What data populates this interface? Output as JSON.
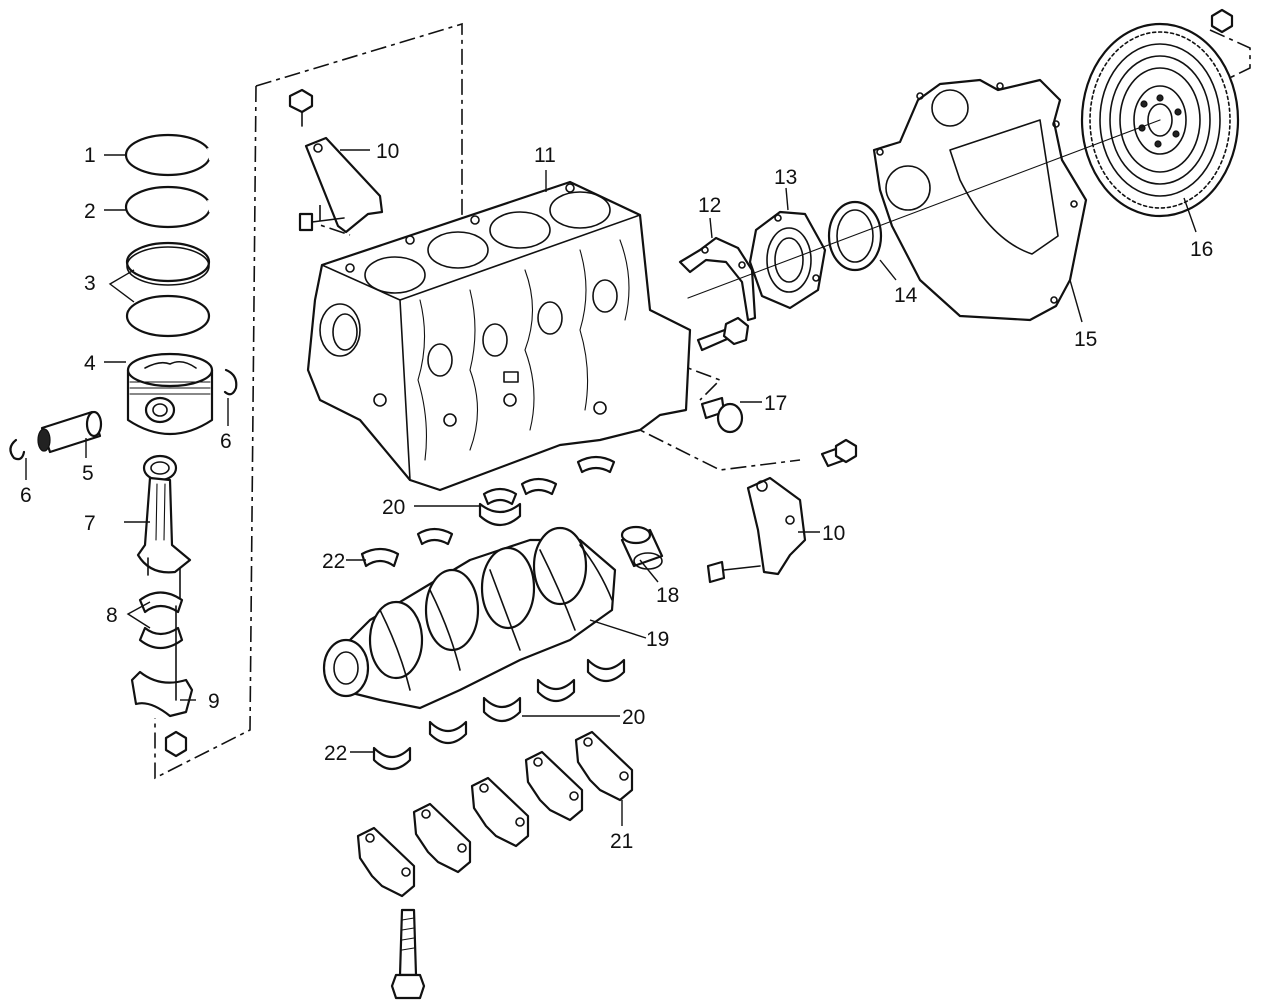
{
  "callouts": {
    "c1": "1",
    "c2": "2",
    "c3": "3",
    "c4": "4",
    "c5": "5",
    "c6a": "6",
    "c6b": "6",
    "c7": "7",
    "c8": "8",
    "c9": "9",
    "c10a": "10",
    "c10b": "10",
    "c11": "11",
    "c12": "12",
    "c13": "13",
    "c14": "14",
    "c15": "15",
    "c16": "16",
    "c17": "17",
    "c18": "18",
    "c19": "19",
    "c20a": "20",
    "c20b": "20",
    "c21": "21",
    "c22a": "22",
    "c22b": "22"
  },
  "colors": {
    "ink": "#111111",
    "paper": "#ffffff"
  }
}
